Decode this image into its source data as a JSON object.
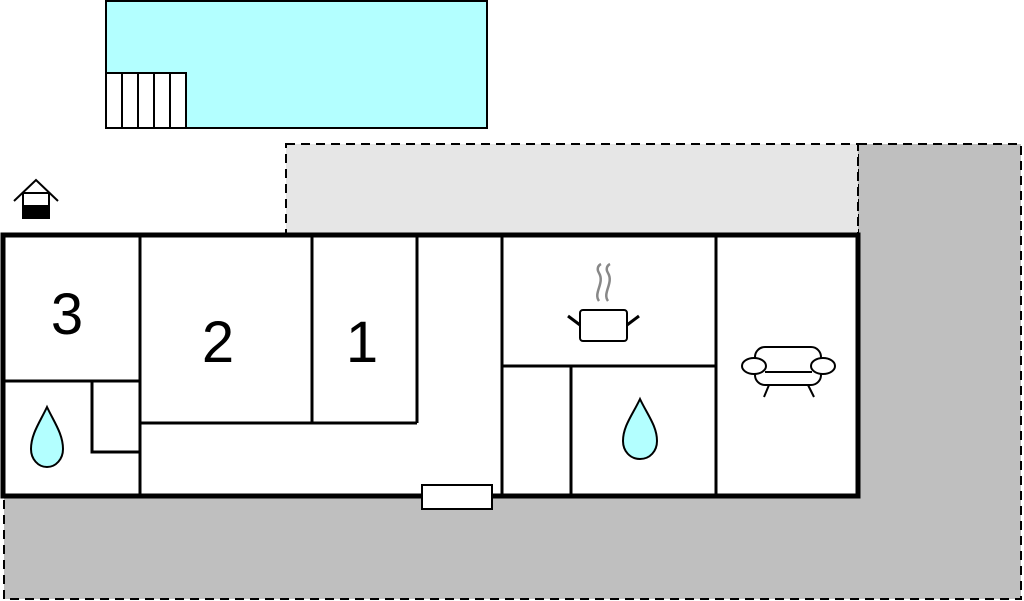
{
  "rooms": {
    "bedroom_3": {
      "label": "3"
    },
    "bedroom_2": {
      "label": "2"
    },
    "bedroom_1": {
      "label": "1"
    }
  },
  "icons": {
    "kitchen": "cooking-pot-icon",
    "bathroom": "water-drop-icon",
    "living": "sofa-icon",
    "outbuilding": "shed-icon"
  },
  "colors": {
    "pool": "#b3ffff",
    "terrace_covered": "#e6e6e6",
    "terrace_open": "#bfbfbf",
    "water": "#b3ffff",
    "walls": "#000000"
  }
}
